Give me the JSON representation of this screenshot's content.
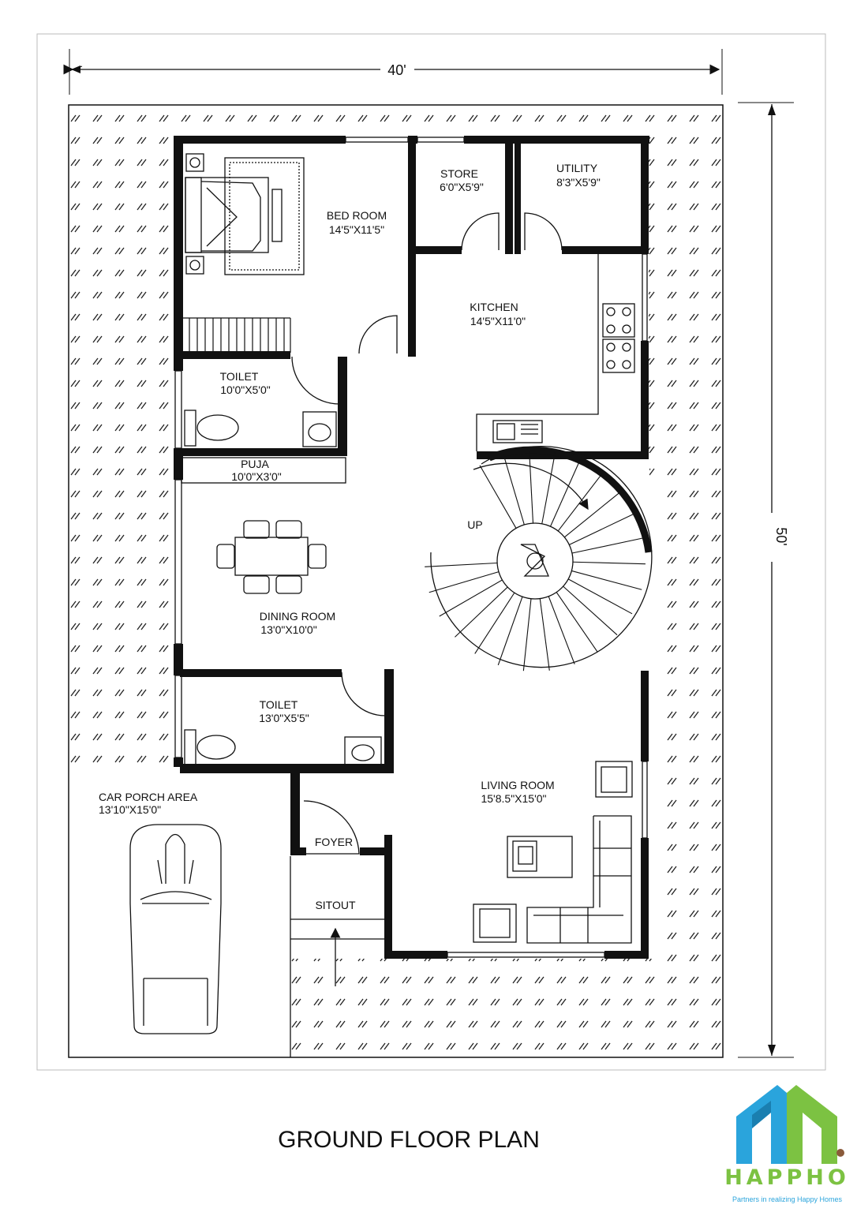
{
  "dimensions": {
    "width_label": "40'",
    "depth_label": "50'"
  },
  "rooms": {
    "bedroom": {
      "name": "BED ROOM",
      "size": "14'5\"X11'5\""
    },
    "store": {
      "name": "STORE",
      "size": "6'0\"X5'9\""
    },
    "utility": {
      "name": "UTILITY",
      "size": "8'3\"X5'9\""
    },
    "kitchen": {
      "name": "KITCHEN",
      "size": "14'5\"X11'0\""
    },
    "toilet1": {
      "name": "TOILET",
      "size": "10'0\"X5'0\""
    },
    "puja": {
      "name": "PUJA",
      "size": "10'0\"X3'0\""
    },
    "dining": {
      "name": "DINING ROOM",
      "size": "13'0\"X10'0\""
    },
    "toilet2": {
      "name": "TOILET",
      "size": "13'0\"X5'5\""
    },
    "porch": {
      "name": "CAR PORCH AREA",
      "size": "13'10\"X15'0\""
    },
    "foyer": {
      "name": "FOYER"
    },
    "sitout": {
      "name": "SITOUT"
    },
    "living": {
      "name": "LIVING ROOM",
      "size": "15'8.5\"X15'0\""
    }
  },
  "stair_label": "UP",
  "title": "GROUND FLOOR PLAN",
  "brand": {
    "name": "HAPPHO",
    "tagline": "Partners in realizing Happy Homes",
    "colors": {
      "blue": "#2aa4dc",
      "green": "#7cc242"
    }
  }
}
